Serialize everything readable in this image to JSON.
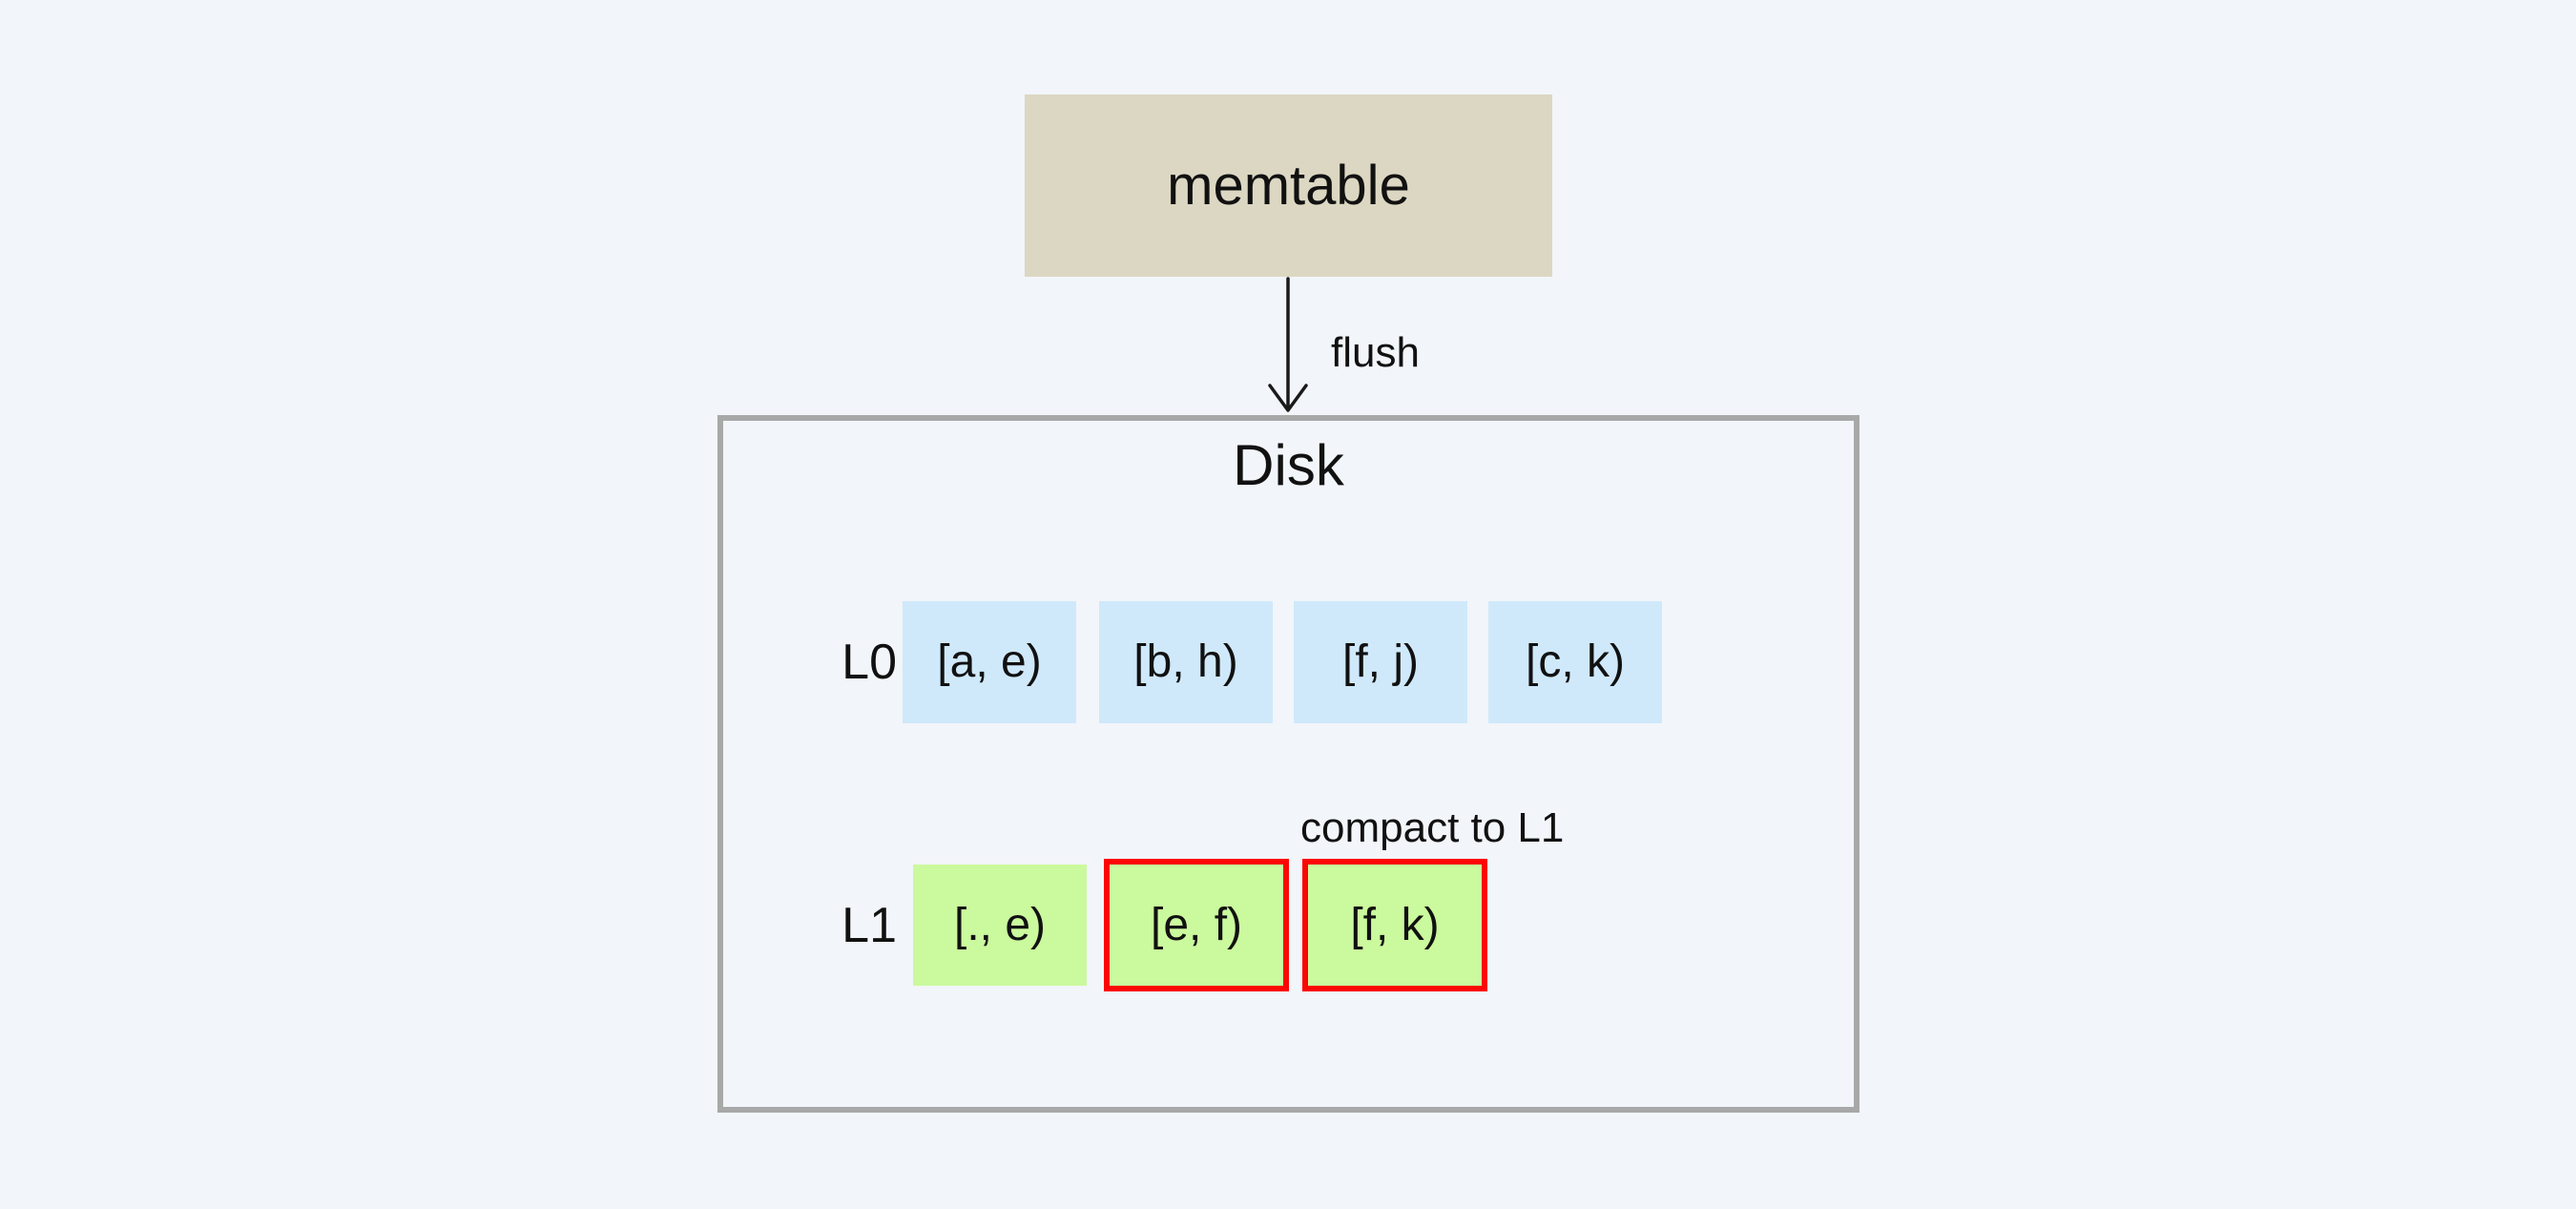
{
  "memtable": {
    "label": "memtable"
  },
  "flush_label": "flush",
  "disk": {
    "title": "Disk"
  },
  "levels": [
    {
      "label": "L0",
      "sstables": [
        {
          "text": "[a, e)",
          "highlighted": false
        },
        {
          "text": "[b, h)",
          "highlighted": false
        },
        {
          "text": "[f, j)",
          "highlighted": false
        },
        {
          "text": "[c, k)",
          "highlighted": false
        }
      ]
    },
    {
      "label": "L1",
      "sstables": [
        {
          "text": "[., e)",
          "highlighted": false
        },
        {
          "text": "[e, f)",
          "highlighted": true
        },
        {
          "text": "[f, k)",
          "highlighted": true
        }
      ]
    }
  ],
  "compact_label": "compact to L1",
  "colors": {
    "background": "#f2f5fa",
    "memtable_fill": "#dcd7c2",
    "l0_sstable_fill": "#cfe9fb",
    "l1_sstable_fill": "#cbf99e",
    "highlight_border": "#fb0505",
    "disk_border": "#a8a8a8",
    "stroke": "#1a1a1a"
  }
}
